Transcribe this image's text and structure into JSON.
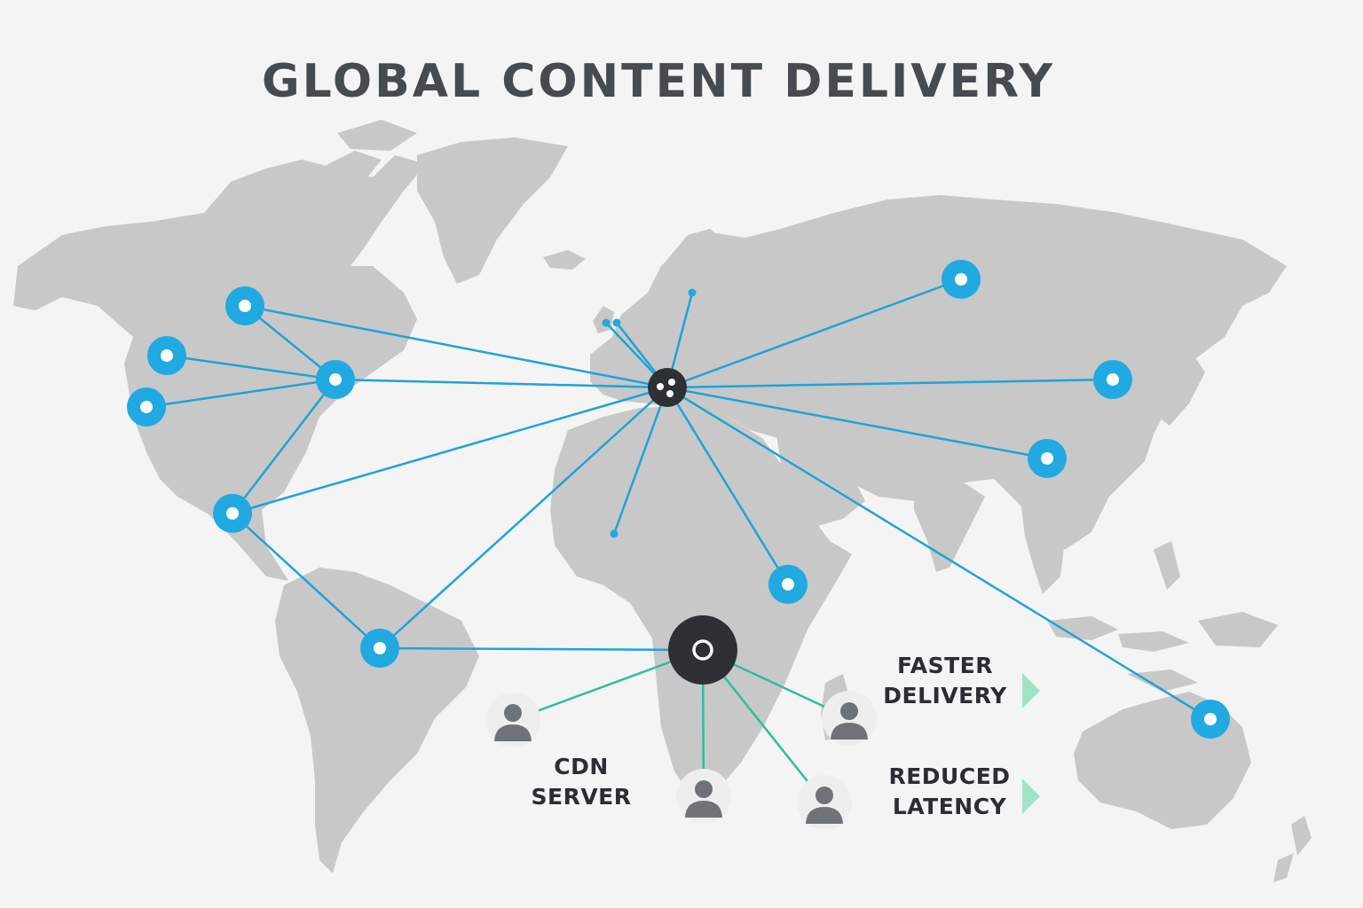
{
  "title": "GLOBAL CONTENT DELIVERY",
  "cdn_label": {
    "line1": "CDN",
    "line2": "SERVER"
  },
  "benefits": [
    {
      "line1": "FASTER",
      "line2": "DELIVERY"
    },
    {
      "line1": "REDUCED",
      "line2": "LATENCY"
    }
  ],
  "icons": {
    "edge_node": "location-node-icon",
    "origin_hub": "origin-server-icon",
    "cdn_server": "cdn-server-icon",
    "user": "user-icon",
    "benefit": "triangle-arrow-icon"
  },
  "colors": {
    "background": "#f4f4f4",
    "land": "#c8c8c8",
    "connection": "#1fa3d8",
    "user_connection": "#2bbf9d",
    "node": "#21a9e1",
    "hub": "#2e3035",
    "user": "#6f7377",
    "arrow": "#9ee3c6",
    "title": "#464b50"
  }
}
